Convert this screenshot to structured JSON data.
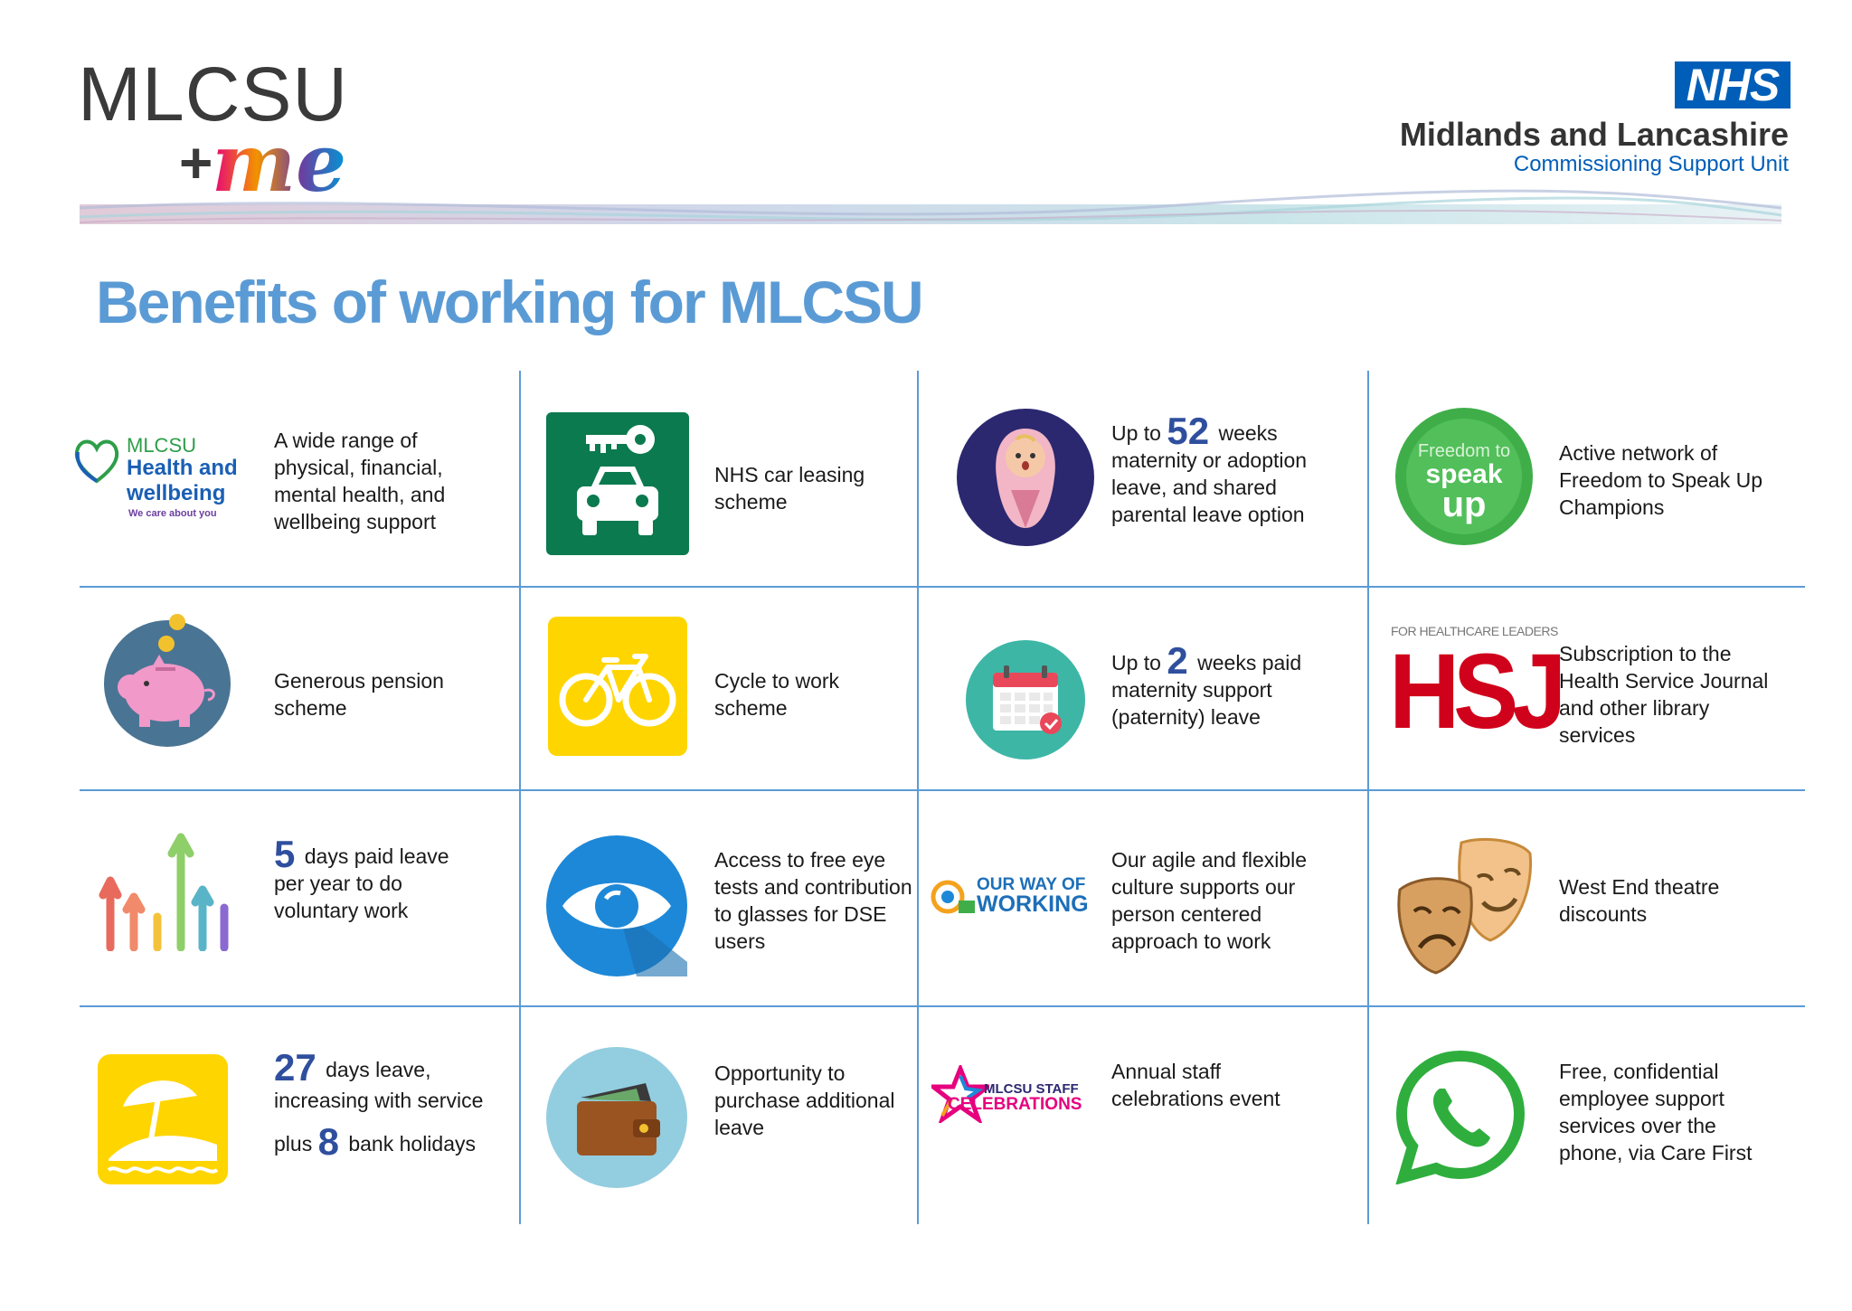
{
  "header": {
    "logo_word": "MLCSU",
    "logo_plus": "+",
    "logo_me": "me",
    "nhs_mark": "NHS",
    "org_name": "Midlands and Lancashire",
    "org_sub": "Commissioning Support Unit"
  },
  "title": "Benefits of working for MLCSU",
  "colors": {
    "accent": "#5b9bd5",
    "nhs_blue": "#005eb8",
    "number_blue": "#2f4f9e"
  },
  "benefits": {
    "health": {
      "logo_line1": "MLCSU",
      "logo_line2": "Health and",
      "logo_line3": "wellbeing",
      "logo_tag": "We care about you",
      "text": "A wide range of physical, financial, mental health, and wellbeing support",
      "icon": "heart-icon"
    },
    "car": {
      "text": "NHS car leasing scheme",
      "icon": "car-key-icon"
    },
    "maternity": {
      "pre": "Up to",
      "number": "52",
      "post": "weeks",
      "text": "maternity or adoption leave, and shared parental leave option",
      "icon": "baby-icon"
    },
    "freedom": {
      "logo_line1": "Freedom to",
      "logo_line2": "speak",
      "logo_line3": "up",
      "text": "Active network of Freedom to Speak Up Champions",
      "icon": "freedom-to-speak-up-icon"
    },
    "pension": {
      "text": "Generous pension scheme",
      "icon": "piggy-bank-icon"
    },
    "cycle": {
      "text": "Cycle to work scheme",
      "icon": "bicycle-icon"
    },
    "paternity": {
      "pre": "Up to",
      "number": "2",
      "post": "weeks paid",
      "text": "maternity support (paternity) leave",
      "icon": "calendar-icon"
    },
    "hsj": {
      "logo_top": "FOR HEALTHCARE LEADERS",
      "logo_main": "HSJ",
      "text": "Subscription to the Health Service Journal and other library services",
      "icon": "hsj-logo"
    },
    "voluntary": {
      "number": "5",
      "post": "days paid leave",
      "text": "per year to do voluntary work",
      "icon": "raised-hands-icon"
    },
    "eye": {
      "text": "Access to free eye tests and contribution to glasses for DSE users",
      "icon": "eye-icon"
    },
    "agile": {
      "logo_line1": "OUR WAY OF",
      "logo_line2": "WORKING",
      "text": "Our agile and flexible culture supports our person centered approach to work",
      "icon": "our-way-of-working-logo"
    },
    "theatre": {
      "text": "West End theatre discounts",
      "icon": "theatre-masks-icon"
    },
    "annual": {
      "number": "27",
      "post": "days leave,",
      "line2": "increasing with service",
      "pre3": "plus",
      "number2": "8",
      "post3": "bank holidays",
      "icon": "beach-umbrella-icon"
    },
    "wallet": {
      "text": "Opportunity to purchase additional leave",
      "icon": "wallet-icon"
    },
    "celebrations": {
      "logo_line1": "MLCSU STAFF",
      "logo_line2": "CELEBRATIONS",
      "text": "Annual staff celebrations event",
      "icon": "star-logo"
    },
    "support": {
      "text": "Free, confidential employee support services over the phone, via Care First",
      "icon": "phone-chat-icon"
    }
  }
}
